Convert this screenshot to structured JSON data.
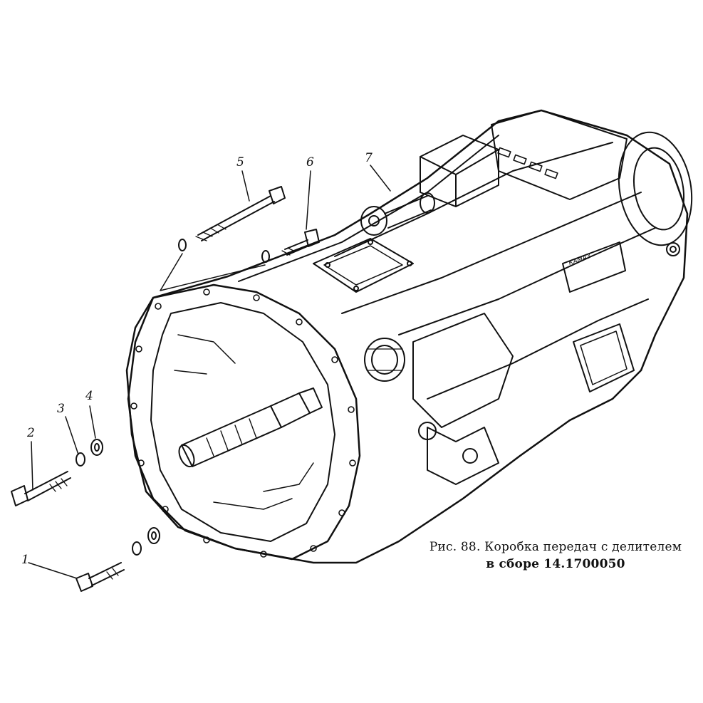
{
  "figure": {
    "caption_line1": "Рис. 88. Коробка передач с делителем",
    "caption_line2": "в сборе 14.1700050",
    "callouts": [
      {
        "id": "1",
        "text": "1"
      },
      {
        "id": "2",
        "text": "2"
      },
      {
        "id": "3",
        "text": "3"
      },
      {
        "id": "4",
        "text": "4"
      },
      {
        "id": "5",
        "text": "5"
      },
      {
        "id": "6",
        "text": "6"
      },
      {
        "id": "7",
        "text": "7"
      }
    ],
    "nameplate_text": "КАМАЗ"
  },
  "colors": {
    "ink": "#111111",
    "paper": "#ffffff"
  }
}
